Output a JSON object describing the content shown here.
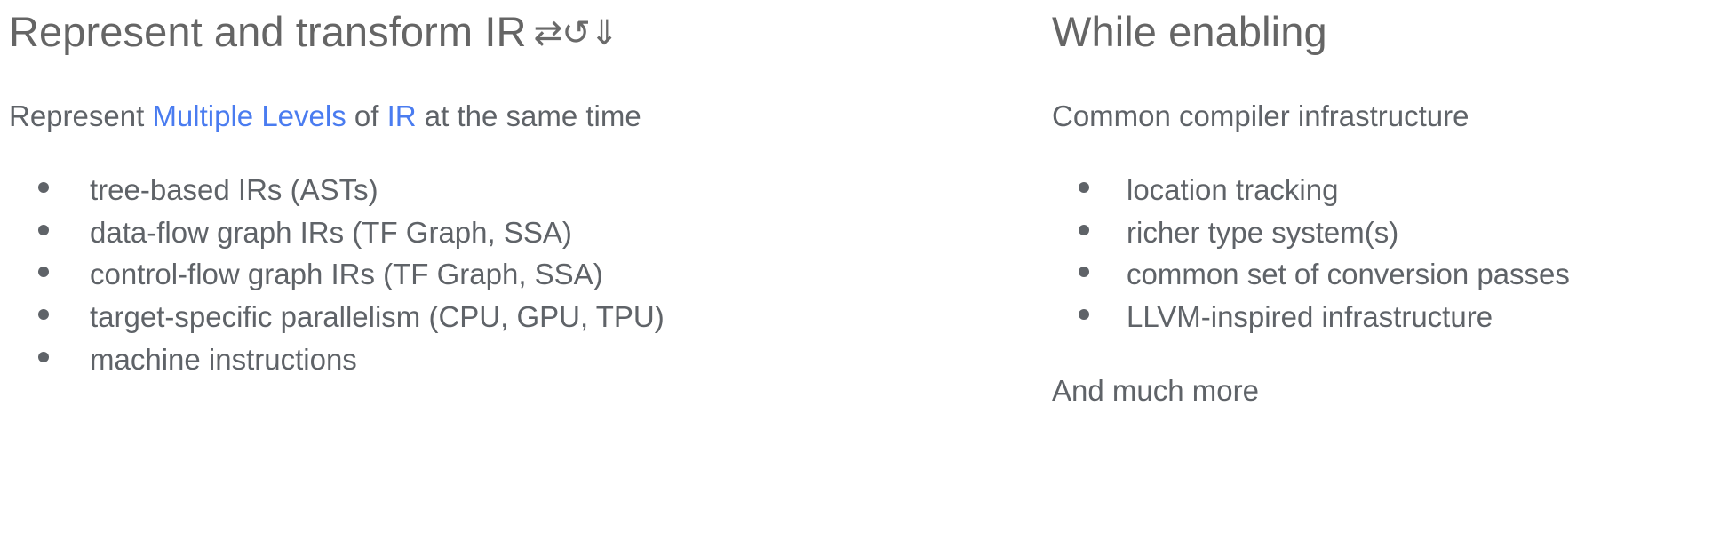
{
  "left": {
    "heading": "Represent and transform IR",
    "heading_glyphs": "⇄↺⇓",
    "intro": {
      "part1": "Represent ",
      "link1": "Multiple Levels",
      "part2": " of ",
      "link2": "IR",
      "part3": " at the same time"
    },
    "bullets": [
      "tree-based IRs (ASTs)",
      "data-flow graph IRs (TF Graph, SSA)",
      "control-flow graph IRs (TF Graph, SSA)",
      "target-specific parallelism (CPU, GPU, TPU)",
      "machine instructions"
    ]
  },
  "right": {
    "heading": "While enabling",
    "intro": "Common compiler infrastructure",
    "bullets": [
      "location tracking",
      "richer type system(s)",
      "common set of conversion passes",
      "LLVM-inspired infrastructure"
    ],
    "closing": "And much more"
  },
  "colors": {
    "text": "#5f6368",
    "heading": "#656565",
    "link": "#4a7cf0",
    "background": "#ffffff"
  }
}
